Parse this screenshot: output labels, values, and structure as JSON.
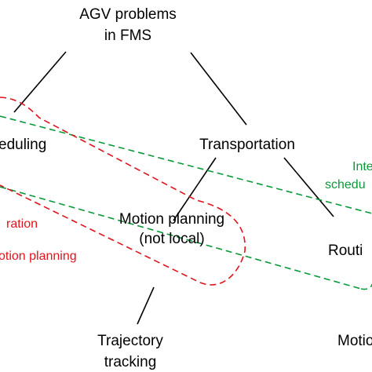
{
  "colors": {
    "edge": "#000000",
    "integration_scheduling": "#0a9a3a",
    "integration_motion": "#e0141e",
    "text": "#000000"
  },
  "nodes": {
    "root": {
      "line1": "AGV problems",
      "line2": "in FMS"
    },
    "scheduling": {
      "label": "eduling"
    },
    "transportation": {
      "label": "Transportation"
    },
    "motion_planning": {
      "line1": "Motion planning",
      "line2": "(not local)"
    },
    "routing": {
      "label": "Routi"
    },
    "trajectory_tracking": {
      "line1": "Trajectory",
      "line2": "tracking"
    },
    "motion_right": {
      "label": "Motio"
    }
  },
  "annotations": {
    "green": {
      "line1": "Inte",
      "line2": "schedu"
    },
    "red": {
      "line1": "ration",
      "line2": "otion planning"
    }
  }
}
